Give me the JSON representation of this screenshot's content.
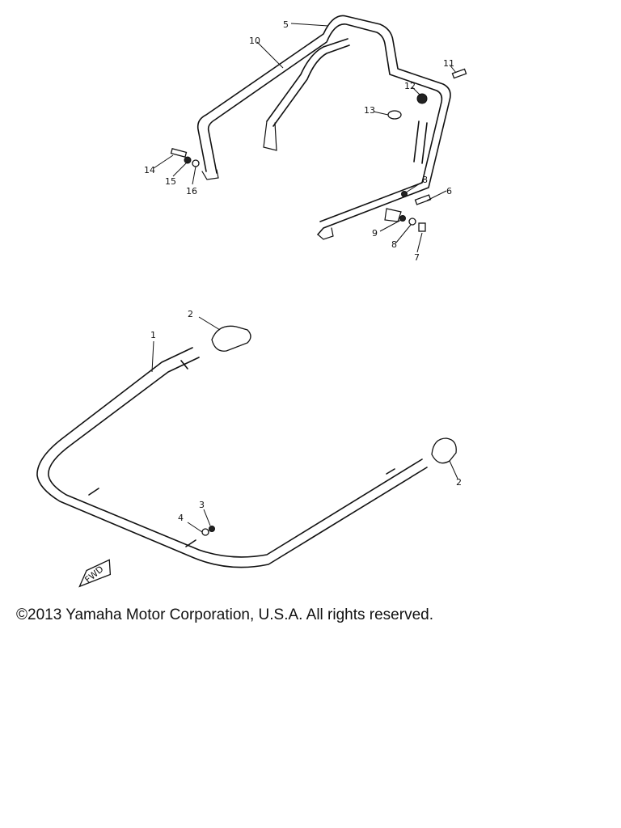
{
  "callouts": {
    "n1": "1",
    "n2a": "2",
    "n2b": "2",
    "n3": "3",
    "n4": "4",
    "n5": "5",
    "n6": "6",
    "n7": "7",
    "n8a": "8",
    "n8b": "8",
    "n9": "9",
    "n10": "10",
    "n11": "11",
    "n12": "12",
    "n13": "13",
    "n14": "14",
    "n15": "15",
    "n16": "16"
  },
  "fwd_mark": "FWD",
  "copyright": "©2013 Yamaha Motor Corporation, U.S.A. All rights reserved."
}
